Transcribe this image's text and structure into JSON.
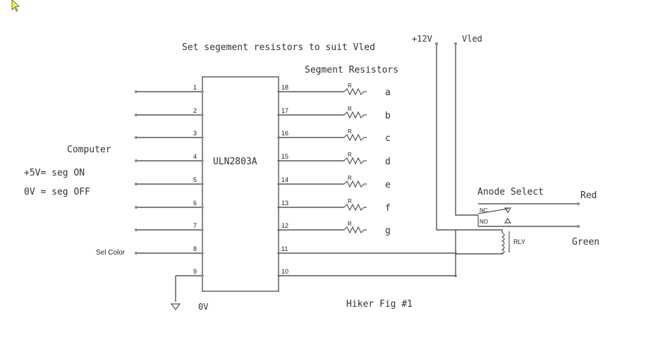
{
  "header": {
    "note": "Set segement resistors to suit Vled",
    "resistor_heading": "Segment Resistors"
  },
  "chip": {
    "label": "ULN2803A"
  },
  "left_labels": {
    "computer": "Computer",
    "on": "+5V= seg ON",
    "off": "0V = seg OFF",
    "sel_color": "Sel Color"
  },
  "left_pins": [
    "1",
    "2",
    "3",
    "4",
    "5",
    "6",
    "7",
    "8",
    "9"
  ],
  "right_pins": [
    "18",
    "17",
    "16",
    "15",
    "14",
    "13",
    "12",
    "11",
    "10"
  ],
  "resistor_label": "R",
  "segments": [
    "a",
    "b",
    "c",
    "d",
    "e",
    "f",
    "g"
  ],
  "supply": {
    "v12": "+12V",
    "vled": "Vled"
  },
  "relay": {
    "title": "Anode Select",
    "nc": "NC",
    "no": "NO",
    "coil": "RLY",
    "red": "Red",
    "green": "Green"
  },
  "ground": {
    "label": "0V"
  },
  "caption": "Hiker Fig #1",
  "colors": {
    "wire": "#555555",
    "cursor": "#ffff33"
  }
}
